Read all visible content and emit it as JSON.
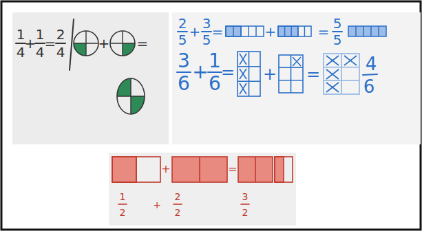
{
  "diagram": {
    "labels": [
      "1",
      "4",
      "+",
      "1",
      "4",
      "=",
      "2",
      "4",
      "+",
      "=",
      "2",
      "5",
      "+",
      "3",
      "5",
      "=",
      "+",
      "=",
      "5",
      "5",
      "3",
      "6",
      "+",
      "1",
      "6",
      "=",
      "+",
      "=",
      "4",
      "6",
      "+",
      "=",
      "1",
      "2",
      "+",
      "2",
      "2",
      "3",
      "2"
    ]
  }
}
